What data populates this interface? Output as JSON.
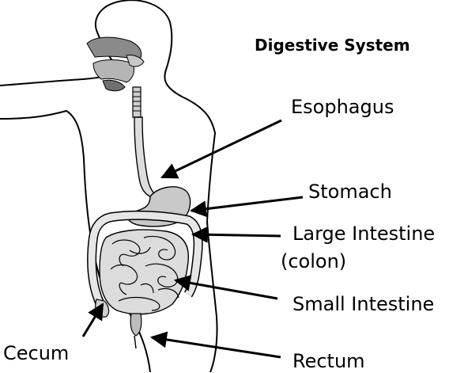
{
  "title": "Digestive System",
  "labels": {
    "esophagus": "Esophagus",
    "stomach": "Stomach",
    "large_intestine": "Large Intestine",
    "colon": "(colon)",
    "small_intestine": "Small Intestine",
    "cecum": "Cecum",
    "rectum": "Rectum"
  }
}
